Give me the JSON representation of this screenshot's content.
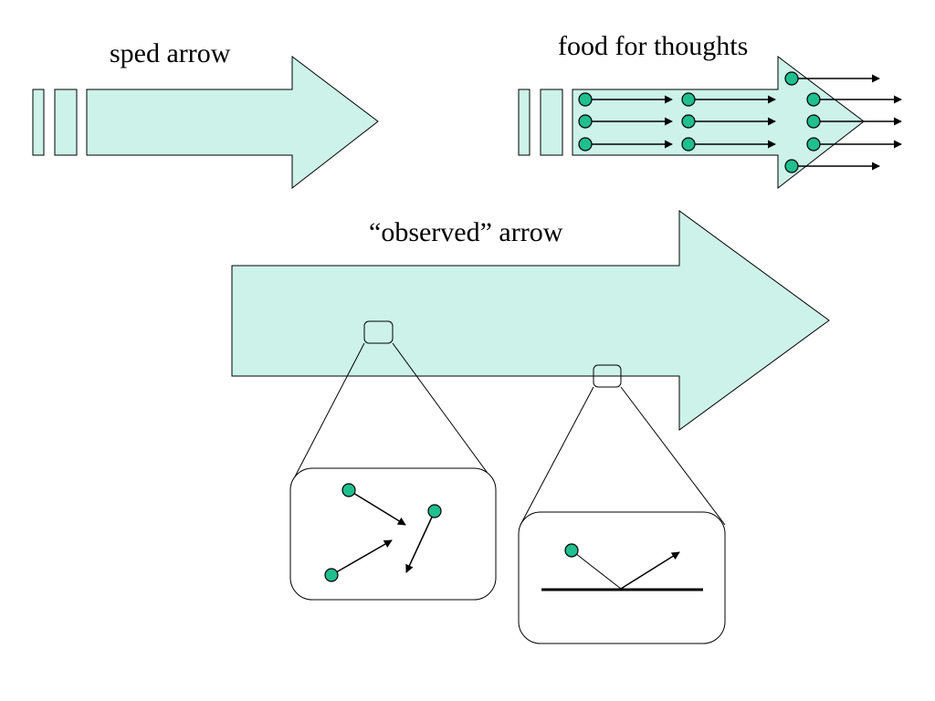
{
  "labels": {
    "sped_arrow": "sped arrow",
    "food_for_thoughts": "food for thoughts",
    "observed_arrow": "“observed” arrow"
  },
  "colors": {
    "arrow_fill": "#ccf2ea",
    "particle_fill": "#1fbf8f",
    "outline": "#000000"
  }
}
